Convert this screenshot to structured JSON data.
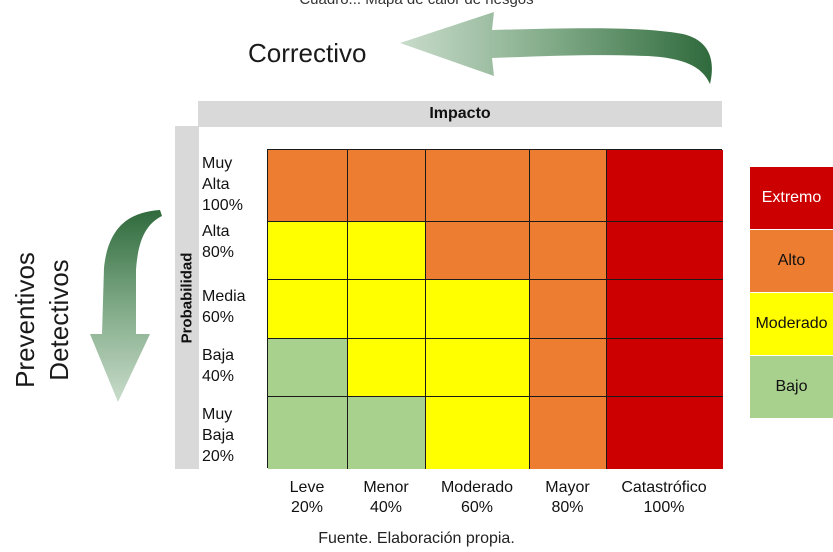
{
  "header_fragment": "Cuadro... Mapa de calor de riesgos",
  "arrows": {
    "horizontal_label": "Correctivo",
    "vertical_label_line1": "Preventivos",
    "vertical_label_line2": "Detectivos",
    "arrow_color": "#4a7d51"
  },
  "matrix": {
    "x_axis_title": "Impacto",
    "y_axis_title": "Probabilidad",
    "rows": [
      {
        "line1": "Muy",
        "line2": "Alta",
        "line3": "100%"
      },
      {
        "line1": "Alta",
        "line2": "80%",
        "line3": ""
      },
      {
        "line1": "Media",
        "line2": "60%",
        "line3": ""
      },
      {
        "line1": "Baja",
        "line2": "40%",
        "line3": ""
      },
      {
        "line1": "Muy",
        "line2": "Baja",
        "line3": "20%"
      }
    ],
    "columns": [
      {
        "name": "Leve",
        "pct": "20%"
      },
      {
        "name": "Menor",
        "pct": "40%"
      },
      {
        "name": "Moderado",
        "pct": "60%"
      },
      {
        "name": "Mayor",
        "pct": "80%"
      },
      {
        "name": "Catastrófico",
        "pct": "100%"
      }
    ],
    "cells": [
      [
        "Alto",
        "Alto",
        "Alto",
        "Alto",
        "Extremo"
      ],
      [
        "Moderado",
        "Moderado",
        "Alto",
        "Alto",
        "Extremo"
      ],
      [
        "Moderado",
        "Moderado",
        "Moderado",
        "Alto",
        "Extremo"
      ],
      [
        "Bajo",
        "Moderado",
        "Moderado",
        "Alto",
        "Extremo"
      ],
      [
        "Bajo",
        "Bajo",
        "Moderado",
        "Alto",
        "Extremo"
      ]
    ]
  },
  "legend": [
    {
      "level": "Extremo",
      "color": "#cc0000"
    },
    {
      "level": "Alto",
      "color": "#ed7d31"
    },
    {
      "level": "Moderado",
      "color": "#ffff00"
    },
    {
      "level": "Bajo",
      "color": "#a9d18e"
    }
  ],
  "caption": "Fuente. Elaboración propia."
}
